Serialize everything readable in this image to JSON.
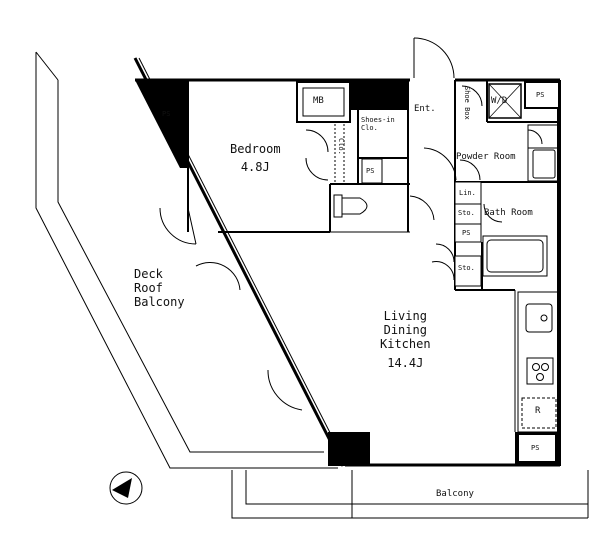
{
  "rooms": {
    "bedroom": {
      "name": "Bedroom",
      "size": "4.8J"
    },
    "deck": {
      "line1": "Deck",
      "line2": "Roof",
      "line3": "Balcony"
    },
    "ldk": {
      "line1": "Living",
      "line2": "Dining",
      "line3": "Kitchen",
      "size": "14.4J"
    },
    "balcony": "Balcony",
    "entrance": "Ent.",
    "powder_room": "Powder Room",
    "bath_room": "Bath Room",
    "shoes_in_clo": {
      "line1": "Shoes-in",
      "line2": "Clo."
    },
    "clo": "Clo.",
    "shoe_box": "Shoe Box",
    "mb": "MB",
    "wd": "W/D",
    "lin": "Lin.",
    "sto_top": "Sto.",
    "sto_bottom": "Sto.",
    "ps_top_left": "PS",
    "ps_mid": "PS",
    "ps_top_right": "PS",
    "ps_bath": "PS",
    "ps_bottom_right": "PS",
    "fridge": "R"
  },
  "icons": [
    "north-arrow-icon",
    "washer-icon",
    "sink-icon",
    "stove-icon",
    "toilet-icon",
    "bathtub-icon",
    "door-swing-icon"
  ]
}
